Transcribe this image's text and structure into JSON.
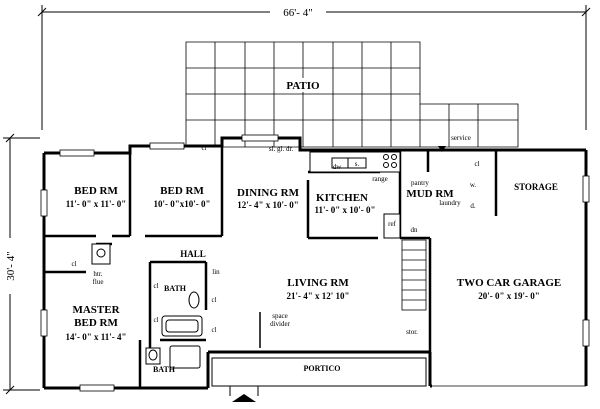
{
  "dimensions": {
    "width_overall": "66'- 4\"",
    "depth_overall": "30'- 4\""
  },
  "rooms": {
    "patio": "PATIO",
    "bed_rm_1": {
      "name": "BED RM",
      "size": "11'- 0\" x 11'- 0\""
    },
    "bed_rm_2": {
      "name": "BED RM",
      "size": "10'- 0\"x10'- 0\""
    },
    "dining_rm": {
      "name": "DINING RM",
      "size": "12'- 4\" x 10'- 0\""
    },
    "kitchen": {
      "name": "KITCHEN",
      "size": "11'- 0\" x 10'- 0\""
    },
    "mud_rm": {
      "name": "MUD RM"
    },
    "storage": "STORAGE",
    "hall": "HALL",
    "living_rm": {
      "name": "LIVING RM",
      "size": "21'- 4\" x 12' 10\""
    },
    "garage": {
      "name": "TWO CAR GARAGE",
      "size": "20'- 0\" x 19'- 0\""
    },
    "master_bed_rm": {
      "line1": "MASTER",
      "line2": "BED RM",
      "size": "14'- 0\" x 11'- 4\""
    },
    "bath_1": "BATH",
    "bath_2": "BATH",
    "portico": "PORTICO"
  },
  "labels": {
    "service": "service",
    "sl_gl_dr": "sl. gl. dr.",
    "cl": "cl",
    "dw": "dw",
    "s": "s.",
    "range": "range",
    "pantry": "pantry",
    "laundry": "laundry",
    "w": "w.",
    "d": "d.",
    "ref": "ref",
    "dn": "dn",
    "lin": "lin",
    "htr_flue_1": "htr.",
    "htr_flue_2": "flue",
    "space_divider_1": "space",
    "space_divider_2": "divider",
    "stor": "stor."
  }
}
